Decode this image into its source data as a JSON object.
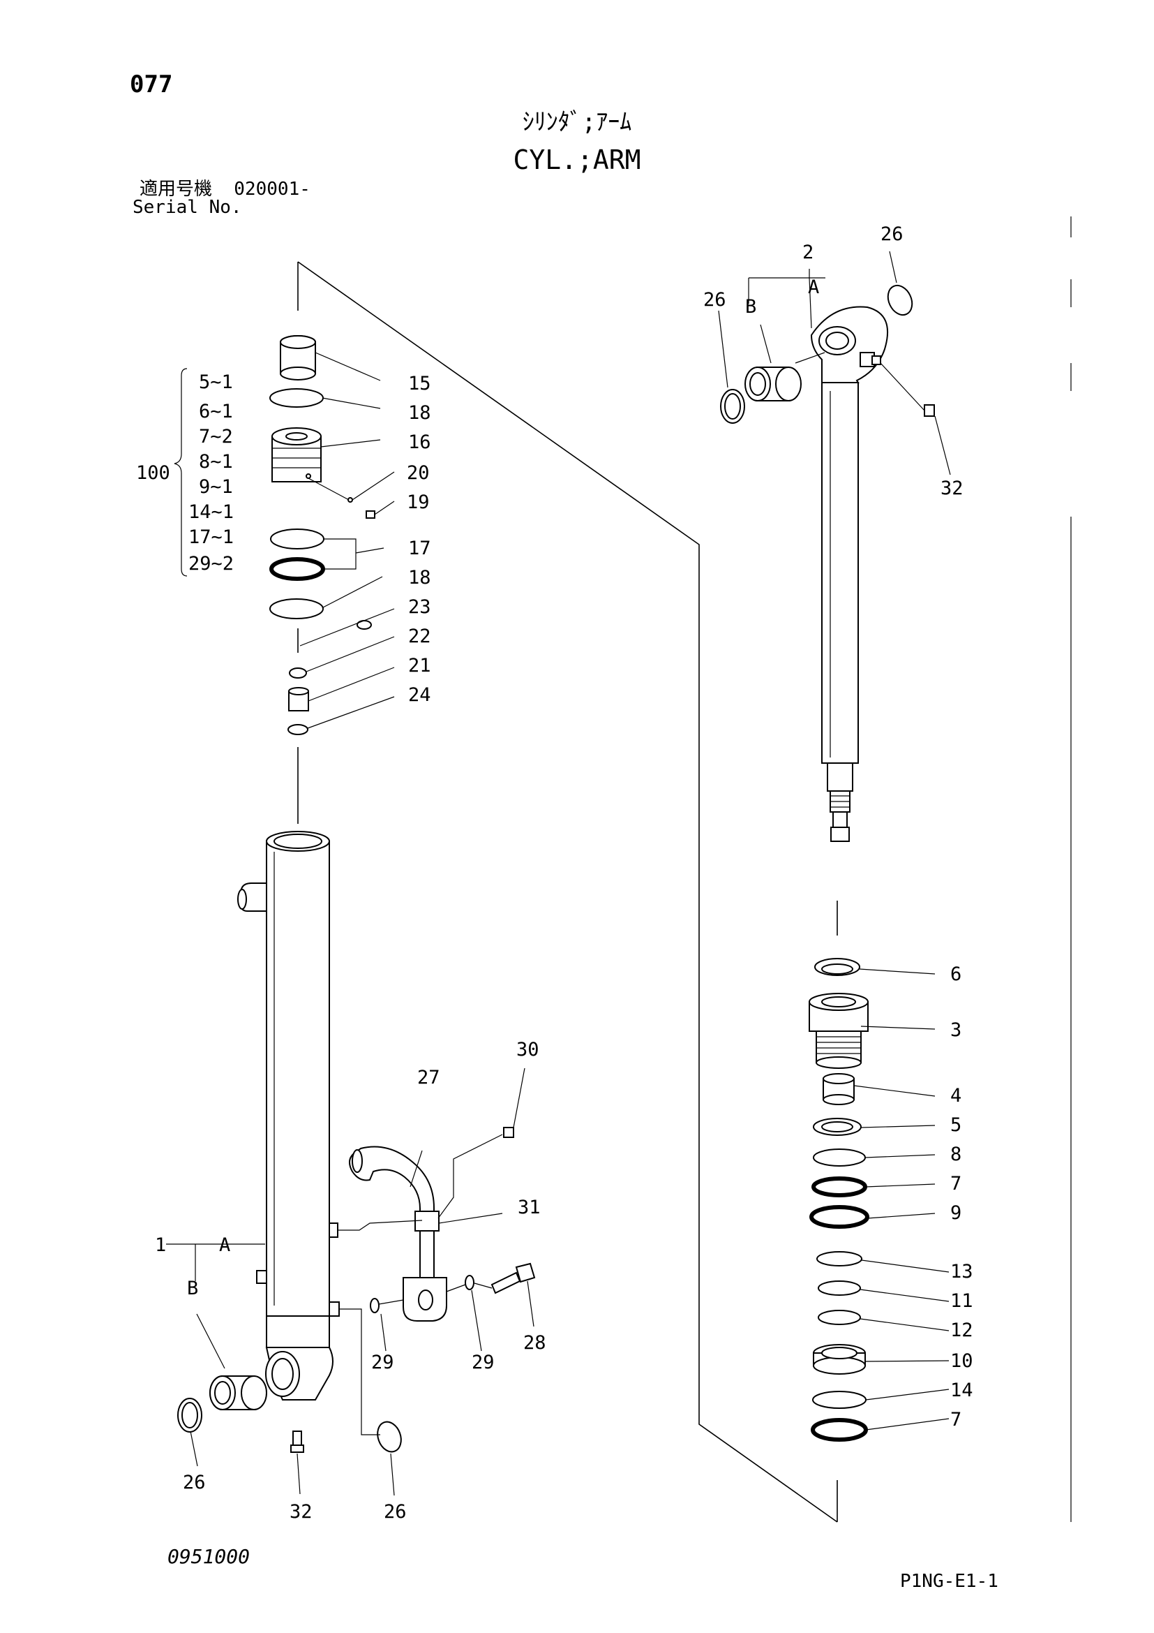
{
  "header": {
    "page_number": "077",
    "title_jp": "ｼﾘﾝﾀﾞ;ｱｰﾑ",
    "title_en": "CYL.;ARM",
    "serial_label_jp": "適用号機  020001-",
    "serial_label_en": "Serial No."
  },
  "footer": {
    "doc_code": "0951000",
    "page_code": "P1NG-E1-1"
  },
  "kit": {
    "number": "100",
    "contents": [
      "5~1",
      "6~1",
      "7~2",
      "8~1",
      "9~1",
      "14~1",
      "17~1",
      "29~2"
    ]
  },
  "callouts": {
    "c15": "15",
    "c18a": "18",
    "c16": "16",
    "c20": "20",
    "c19": "19",
    "c17": "17",
    "c18b": "18",
    "c23": "23",
    "c22": "22",
    "c21": "21",
    "c24": "24",
    "r2": "2",
    "r2A": "A",
    "r2B": "B",
    "r26a": "26",
    "r26b": "26",
    "r32": "32",
    "r6": "6",
    "r3": "3",
    "r4": "4",
    "r5": "5",
    "r8": "8",
    "r7a": "7",
    "r9": "9",
    "r13": "13",
    "r11": "11",
    "r12": "12",
    "r10": "10",
    "r14": "14",
    "r7b": "7",
    "l30": "30",
    "l27": "27",
    "l31": "31",
    "l1": "1",
    "l1A": "A",
    "l1B": "B",
    "l29a": "29",
    "l29b": "29",
    "l28": "28",
    "l26a": "26",
    "l32": "32",
    "l26b": "26"
  }
}
